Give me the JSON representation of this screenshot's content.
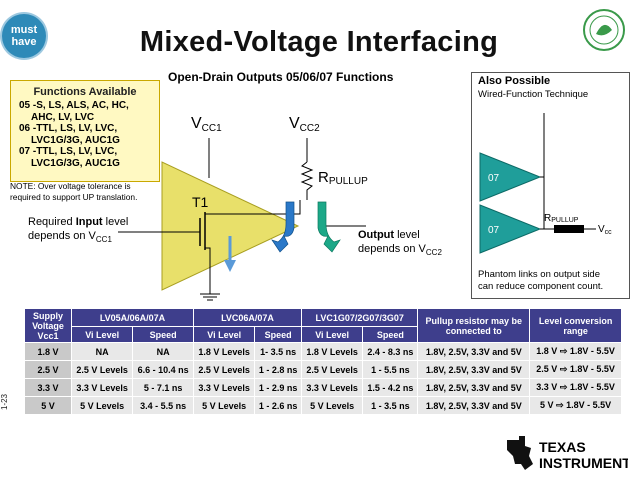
{
  "badge": {
    "line1": "must",
    "line2": "have"
  },
  "title": "Mixed-Voltage Interfacing",
  "subtitle": "Open-Drain Outputs 05/06/07 Functions",
  "functions": {
    "heading": "Functions Available",
    "lines": [
      "05 -S, LS, ALS, AC, HC,",
      "AHC, LV, LVC",
      "06 -TTL, LS, LV, LVC,",
      "LVC1G/3G, AUC1G",
      "07 -TTL, LS, LV, LVC,",
      "LVC1G/3G, AUC1G"
    ]
  },
  "note": {
    "line1": "NOTE: Over voltage tolerance is",
    "line2": "required to support UP translation."
  },
  "circuit": {
    "vcc1": "V",
    "vcc1_sub": "CC1",
    "vcc2": "V",
    "vcc2_sub": "CC2",
    "r": "R",
    "r_sub": "PULLUP",
    "t1": "T1",
    "req_pre": "Required ",
    "req_bold": "Input",
    "req_post": " level",
    "req_line2": "depends on V",
    "req_sub": "CC1",
    "out_bold": "Output",
    "out_post": " level",
    "out_line2": "depends on V",
    "out_sub": "CC2"
  },
  "also": {
    "title": "Also Possible",
    "subtitle": "Wired-Function Technique",
    "gate1": "07",
    "gate2": "07",
    "r": "R",
    "r_sub": "PULLUP",
    "vcc": "V",
    "vcc_sub": "cc",
    "phantom1": "Phantom links on output side",
    "phantom2": "can reduce component count."
  },
  "table": {
    "head1": [
      "Supply",
      "LV05A/06A/07A",
      "LVC06A/07A",
      "LVC1G07/2G07/3G07",
      "Pullup resistor may be",
      "Level conversion"
    ],
    "head1b": [
      "Voltage",
      "connected to",
      "range"
    ],
    "head1c": [
      "Vcc1"
    ],
    "head2": [
      "Vi Level",
      "Speed",
      "Vi Level",
      "Speed",
      "Vi Level",
      "Speed"
    ],
    "rows": [
      {
        "v": "1.8 V",
        "a": "NA",
        "b": "NA",
        "c": "1.8 V Levels",
        "d": "1- 3.5 ns",
        "e": "1.8 V Levels",
        "f": "2.4 - 8.3 ns",
        "g": "1.8V, 2.5V, 3.3V and 5V",
        "h1": "1.8 V",
        "h2": "1.8V - 5.5V"
      },
      {
        "v": "2.5 V",
        "a": "2.5 V Levels",
        "b": "6.6 - 10.4 ns",
        "c": "2.5 V Levels",
        "d": "1 - 2.8 ns",
        "e": "2.5 V Levels",
        "f": "1 - 5.5 ns",
        "g": "1.8V, 2.5V, 3.3V and 5V",
        "h1": "2.5 V",
        "h2": "1.8V - 5.5V"
      },
      {
        "v": "3.3 V",
        "a": "3.3 V Levels",
        "b": "5 - 7.1 ns",
        "c": "3.3 V Levels",
        "d": "1 - 2.9 ns",
        "e": "3.3 V Levels",
        "f": "1.5 - 4.2 ns",
        "g": "1.8V, 2.5V, 3.3V and 5V",
        "h1": "3.3 V",
        "h2": "1.8V - 5.5V"
      },
      {
        "v": "5 V",
        "a": "5 V Levels",
        "b": "3.4 - 5.5 ns",
        "c": "5 V Levels",
        "d": "1 - 2.6 ns",
        "e": "5 V Levels",
        "f": "1 - 3.5 ns",
        "g": "1.8V, 2.5V, 3.3V and 5V",
        "h1": "5 V",
        "h2": "1.8V - 5.5V"
      }
    ]
  },
  "page_number": "1-23",
  "logo": {
    "line1": "TEXAS",
    "line2": "INSTRUMENTS"
  },
  "colors": {
    "triangle": "#e8e06a",
    "table_header": "#3e3e8c",
    "arrow_blue": "#2a78c8",
    "arrow_green": "#1ca888"
  }
}
